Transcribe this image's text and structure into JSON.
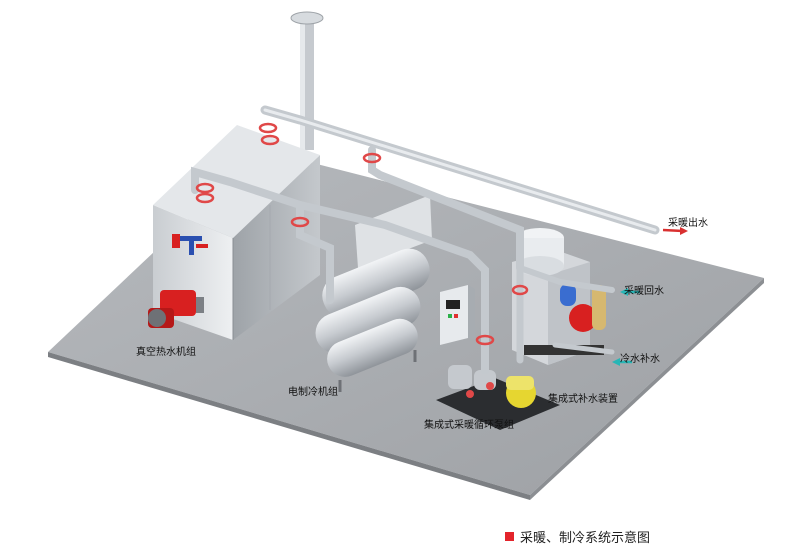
{
  "labels": {
    "heating_outlet": "采暖出水",
    "heating_return": "采暖回水",
    "cold_makeup": "冷水补水",
    "vacuum_boiler": "真空热水机组",
    "electric_chiller": "电制冷机组",
    "makeup_device": "集成式补水装置",
    "circulation_pump": "集成式采暖循环泵组"
  },
  "caption": "采暖、制冷系统示意图",
  "colors": {
    "floor": "#a9acb0",
    "pipe": "#d3d7dc",
    "flange": "#e04848",
    "arrow_red": "#d93030",
    "arrow_cyan": "#27b6b6",
    "caption_marker": "#e3242b",
    "burner": "#d82020",
    "pump_yellow": "#e6d630"
  }
}
